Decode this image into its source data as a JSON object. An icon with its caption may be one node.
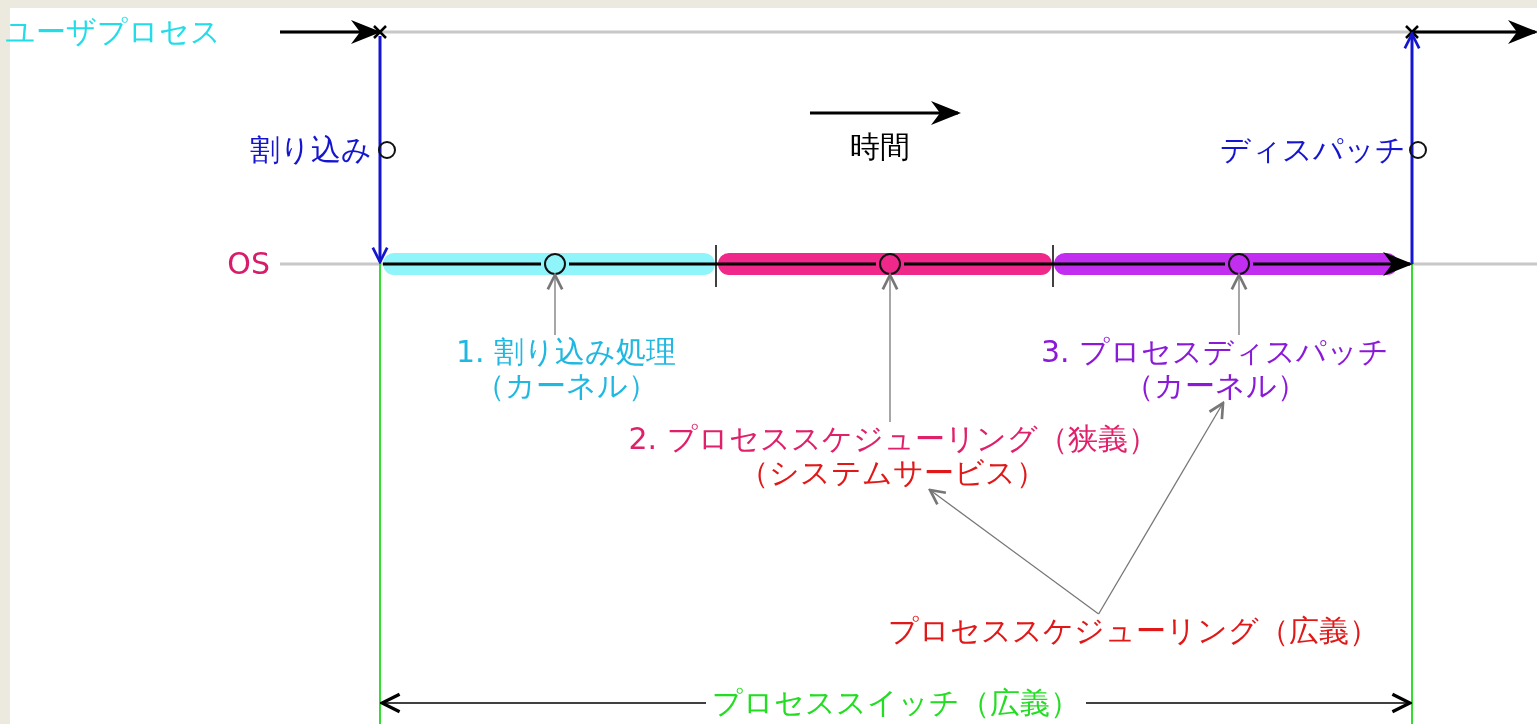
{
  "diagram": {
    "nodes": [
      {
        "text": [],
        "shape": "circle"
      },
      {
        "text": [],
        "shape": "circle"
      },
      {
        "text": [],
        "shape": "circle"
      },
      {
        "text": [
          "1. 割り込み処理（カーネル）"
        ]
      },
      {
        "text": [
          "2. プロセススケジューリング（狭義）",
          "（システムサービス）"
        ]
      },
      {
        "text": [
          "3. プロセスディスパッチ（カーネル）"
        ]
      },
      {
        "text": [
          "プロセススケジューリング（広義）"
        ]
      }
    ],
    "edges": [
      {
        "from": 3,
        "to": 0,
        "arrow": "to"
      },
      {
        "from": 4,
        "to": 1,
        "arrow": "to"
      },
      {
        "from": 5,
        "to": 2,
        "arrow": "to"
      },
      {
        "from": 6,
        "to": 4,
        "arrow": "to"
      },
      {
        "from": 6,
        "to": 5,
        "arrow": "to"
      }
    ],
    "labels": [
      "ユーザプロセス",
      "割り込み",
      "時間",
      "ディスパッチ",
      "OS",
      "プロセススイッチ（広義）"
    ]
  }
}
